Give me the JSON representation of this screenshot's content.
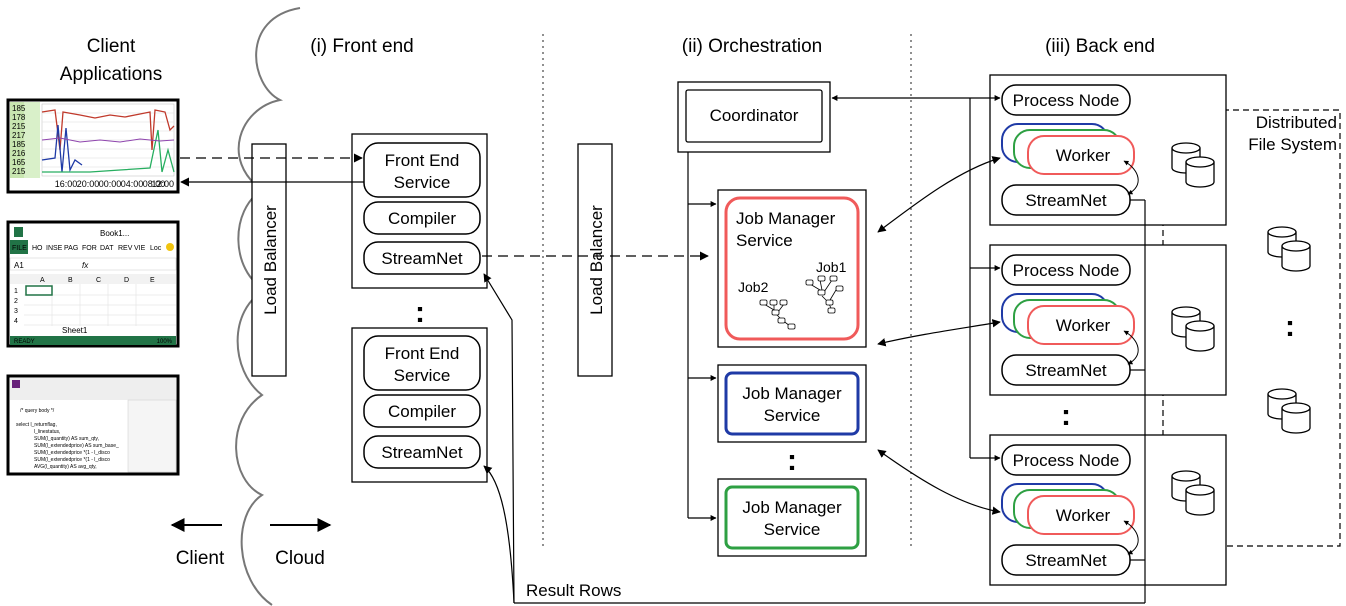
{
  "client_apps": {
    "heading_line1": "Client",
    "heading_line2": "Applications",
    "chart_thumb": {
      "y_ticks": [
        "185",
        "178",
        "215",
        "217",
        "185",
        "216",
        "165",
        "215"
      ],
      "x_ticks": [
        "16:00",
        "20:00",
        "00:00",
        "04:00",
        "08:00",
        "12:00"
      ]
    },
    "excel_thumb": {
      "ribbon_tabs": [
        "FILE",
        "HO",
        "INSE",
        "PAG",
        "FOR",
        "DAT",
        "REV",
        "VIE",
        "Loc"
      ],
      "title": "Book1...",
      "cell_ref": "A1",
      "fx": "fx",
      "columns": [
        "A",
        "B",
        "C",
        "D",
        "E"
      ],
      "rows": [
        "1",
        "2",
        "3",
        "4"
      ],
      "sheet_tab": "Sheet1",
      "status_left": "READY",
      "status_right": "100%"
    },
    "vs_thumb": {
      "code_lines": [
        "/* query body */",
        "select l_returnflag,",
        "l_linestatus,",
        "SUM(l_quantity) AS sum_qty,",
        "SUM(l_extendedprice) AS sum_base_",
        "SUM(l_extendedprice *(1 - l_disco",
        "SUM(l_extendedprice *(1 - l_disco",
        "AVG(l_quantity) AS avg_qty,"
      ]
    }
  },
  "direction": {
    "client": "Client",
    "cloud": "Cloud"
  },
  "load_balancer_label": "Load Balancer",
  "front_end": {
    "heading": "(i) Front end",
    "stacks": [
      {
        "service_line1": "Front End",
        "service_line2": "Service",
        "compiler": "Compiler",
        "streamnet": "StreamNet"
      },
      {
        "service_line1": "Front End",
        "service_line2": "Service",
        "compiler": "Compiler",
        "streamnet": "StreamNet"
      }
    ],
    "ellipsis": ":"
  },
  "orchestration": {
    "heading": "(ii) Orchestration",
    "coordinator": "Coordinator",
    "job_managers": [
      {
        "line1": "Job Manager",
        "line2": "Service",
        "color": "#f05a5a",
        "job_a": "Job1",
        "job_b": "Job2"
      },
      {
        "line1": "Job Manager",
        "line2": "Service",
        "color": "#1f3aa6"
      },
      {
        "line1": "Job Manager",
        "line2": "Service",
        "color": "#2ea043"
      }
    ],
    "ellipsis": ":"
  },
  "back_end": {
    "heading": "(iii) Back end",
    "process_node": "Process Node",
    "worker": "Worker",
    "streamnet": "StreamNet",
    "worker_colors": [
      "#1f3aa6",
      "#2ea043",
      "#f05a5a"
    ],
    "ellipsis": ":"
  },
  "dfs": {
    "line1": "Distributed",
    "line2": "File System",
    "ellipsis": ":"
  },
  "result_rows": "Result Rows"
}
